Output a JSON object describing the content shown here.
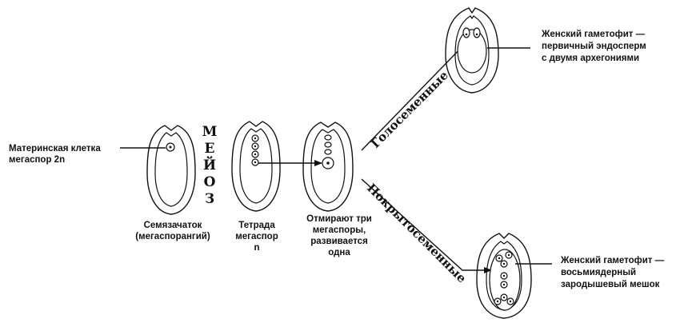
{
  "labels": {
    "mother_cell": [
      "Материнская клетка",
      "мегаспор 2n"
    ],
    "meiosis_letters": [
      "М",
      "Е",
      "Й",
      "О",
      "З"
    ],
    "ovule": [
      "Семязачаток",
      "(мегаспорангий)"
    ],
    "tetrad": [
      "Тетрада",
      "мегаспор",
      "n"
    ],
    "degenerate": [
      "Отмирают три",
      "мегаспоры,",
      "развивается",
      "одна"
    ],
    "gymnosperms": "Голосеменные",
    "angiosperms": "Покрытосеменные",
    "female_gametophyte_gymno": [
      "Женский гаметофит —",
      "первичный эндосперм",
      "с двумя архегониями"
    ],
    "female_gametophyte_angio": [
      "Женский гаметофит —",
      "восьмиядерный",
      "зародышевый мешок"
    ]
  }
}
